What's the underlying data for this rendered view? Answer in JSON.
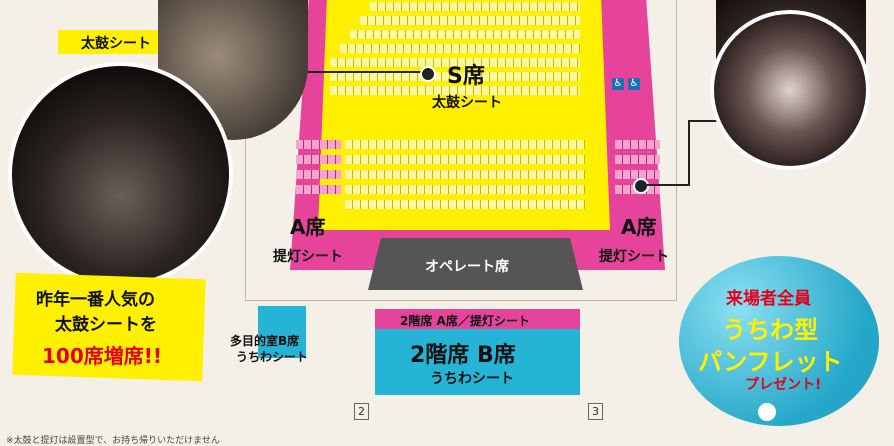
{
  "colors": {
    "pink": "#e5449a",
    "yellow": "#fff000",
    "blue": "#26b4d6",
    "gray": "#555555",
    "red": "#e3001b",
    "teal": "#23a6c8"
  },
  "taiko_tag": "太鼓シート",
  "s_seat": {
    "title": "S席",
    "sub": "太鼓シート"
  },
  "a_left": {
    "title": "A席",
    "sub": "提灯シート"
  },
  "a_right": {
    "title": "A席",
    "sub": "提灯シート"
  },
  "operate": "オペレート席",
  "promo_left": {
    "line1": "昨年一番人気の",
    "line2": "太鼓シートを",
    "line3": "100席増席!!"
  },
  "floor2_strip": "2階席 A席／提灯シート",
  "floor2_b": {
    "title": "2階席 B席",
    "sub": "うちわシート"
  },
  "multi_room": {
    "line1": "多目的室B席",
    "line2": "うちわシート"
  },
  "gift": {
    "line1": "来場者全員",
    "line2": "うちわ型",
    "line3": "パンフレット",
    "line4": "プレゼント!"
  },
  "door_left": "2",
  "door_right": "3",
  "footnote": "※太鼓と提灯は設置型で、お持ち帰りいただけません"
}
